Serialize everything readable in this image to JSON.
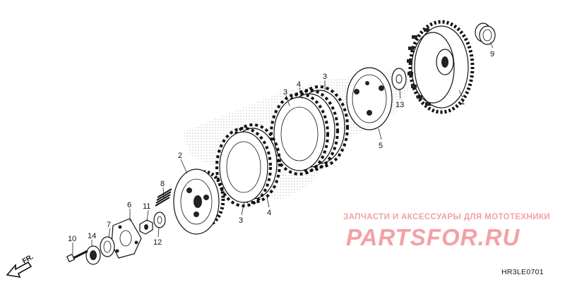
{
  "diagram": {
    "callouts": [
      {
        "id": "1",
        "label": "1"
      },
      {
        "id": "2",
        "label": "2"
      },
      {
        "id": "3a",
        "label": "3"
      },
      {
        "id": "3b",
        "label": "3"
      },
      {
        "id": "3c",
        "label": "3"
      },
      {
        "id": "4a",
        "label": "4"
      },
      {
        "id": "4b",
        "label": "4"
      },
      {
        "id": "5",
        "label": "5"
      },
      {
        "id": "6",
        "label": "6"
      },
      {
        "id": "7",
        "label": "7"
      },
      {
        "id": "8",
        "label": "8"
      },
      {
        "id": "9",
        "label": "9"
      },
      {
        "id": "10",
        "label": "10"
      },
      {
        "id": "11",
        "label": "11"
      },
      {
        "id": "12",
        "label": "12"
      },
      {
        "id": "13",
        "label": "13"
      },
      {
        "id": "14",
        "label": "14"
      }
    ],
    "direction_marker": "FR.",
    "diagram_code": "HR3LE0701"
  },
  "watermark": {
    "caption": "ЗАПЧАСТИ И АКСЕССУАРЫ ДЛЯ МОТОТЕХНИКИ",
    "logo_text": "PARTSFOR.RU",
    "color": "#f3a1a5"
  }
}
